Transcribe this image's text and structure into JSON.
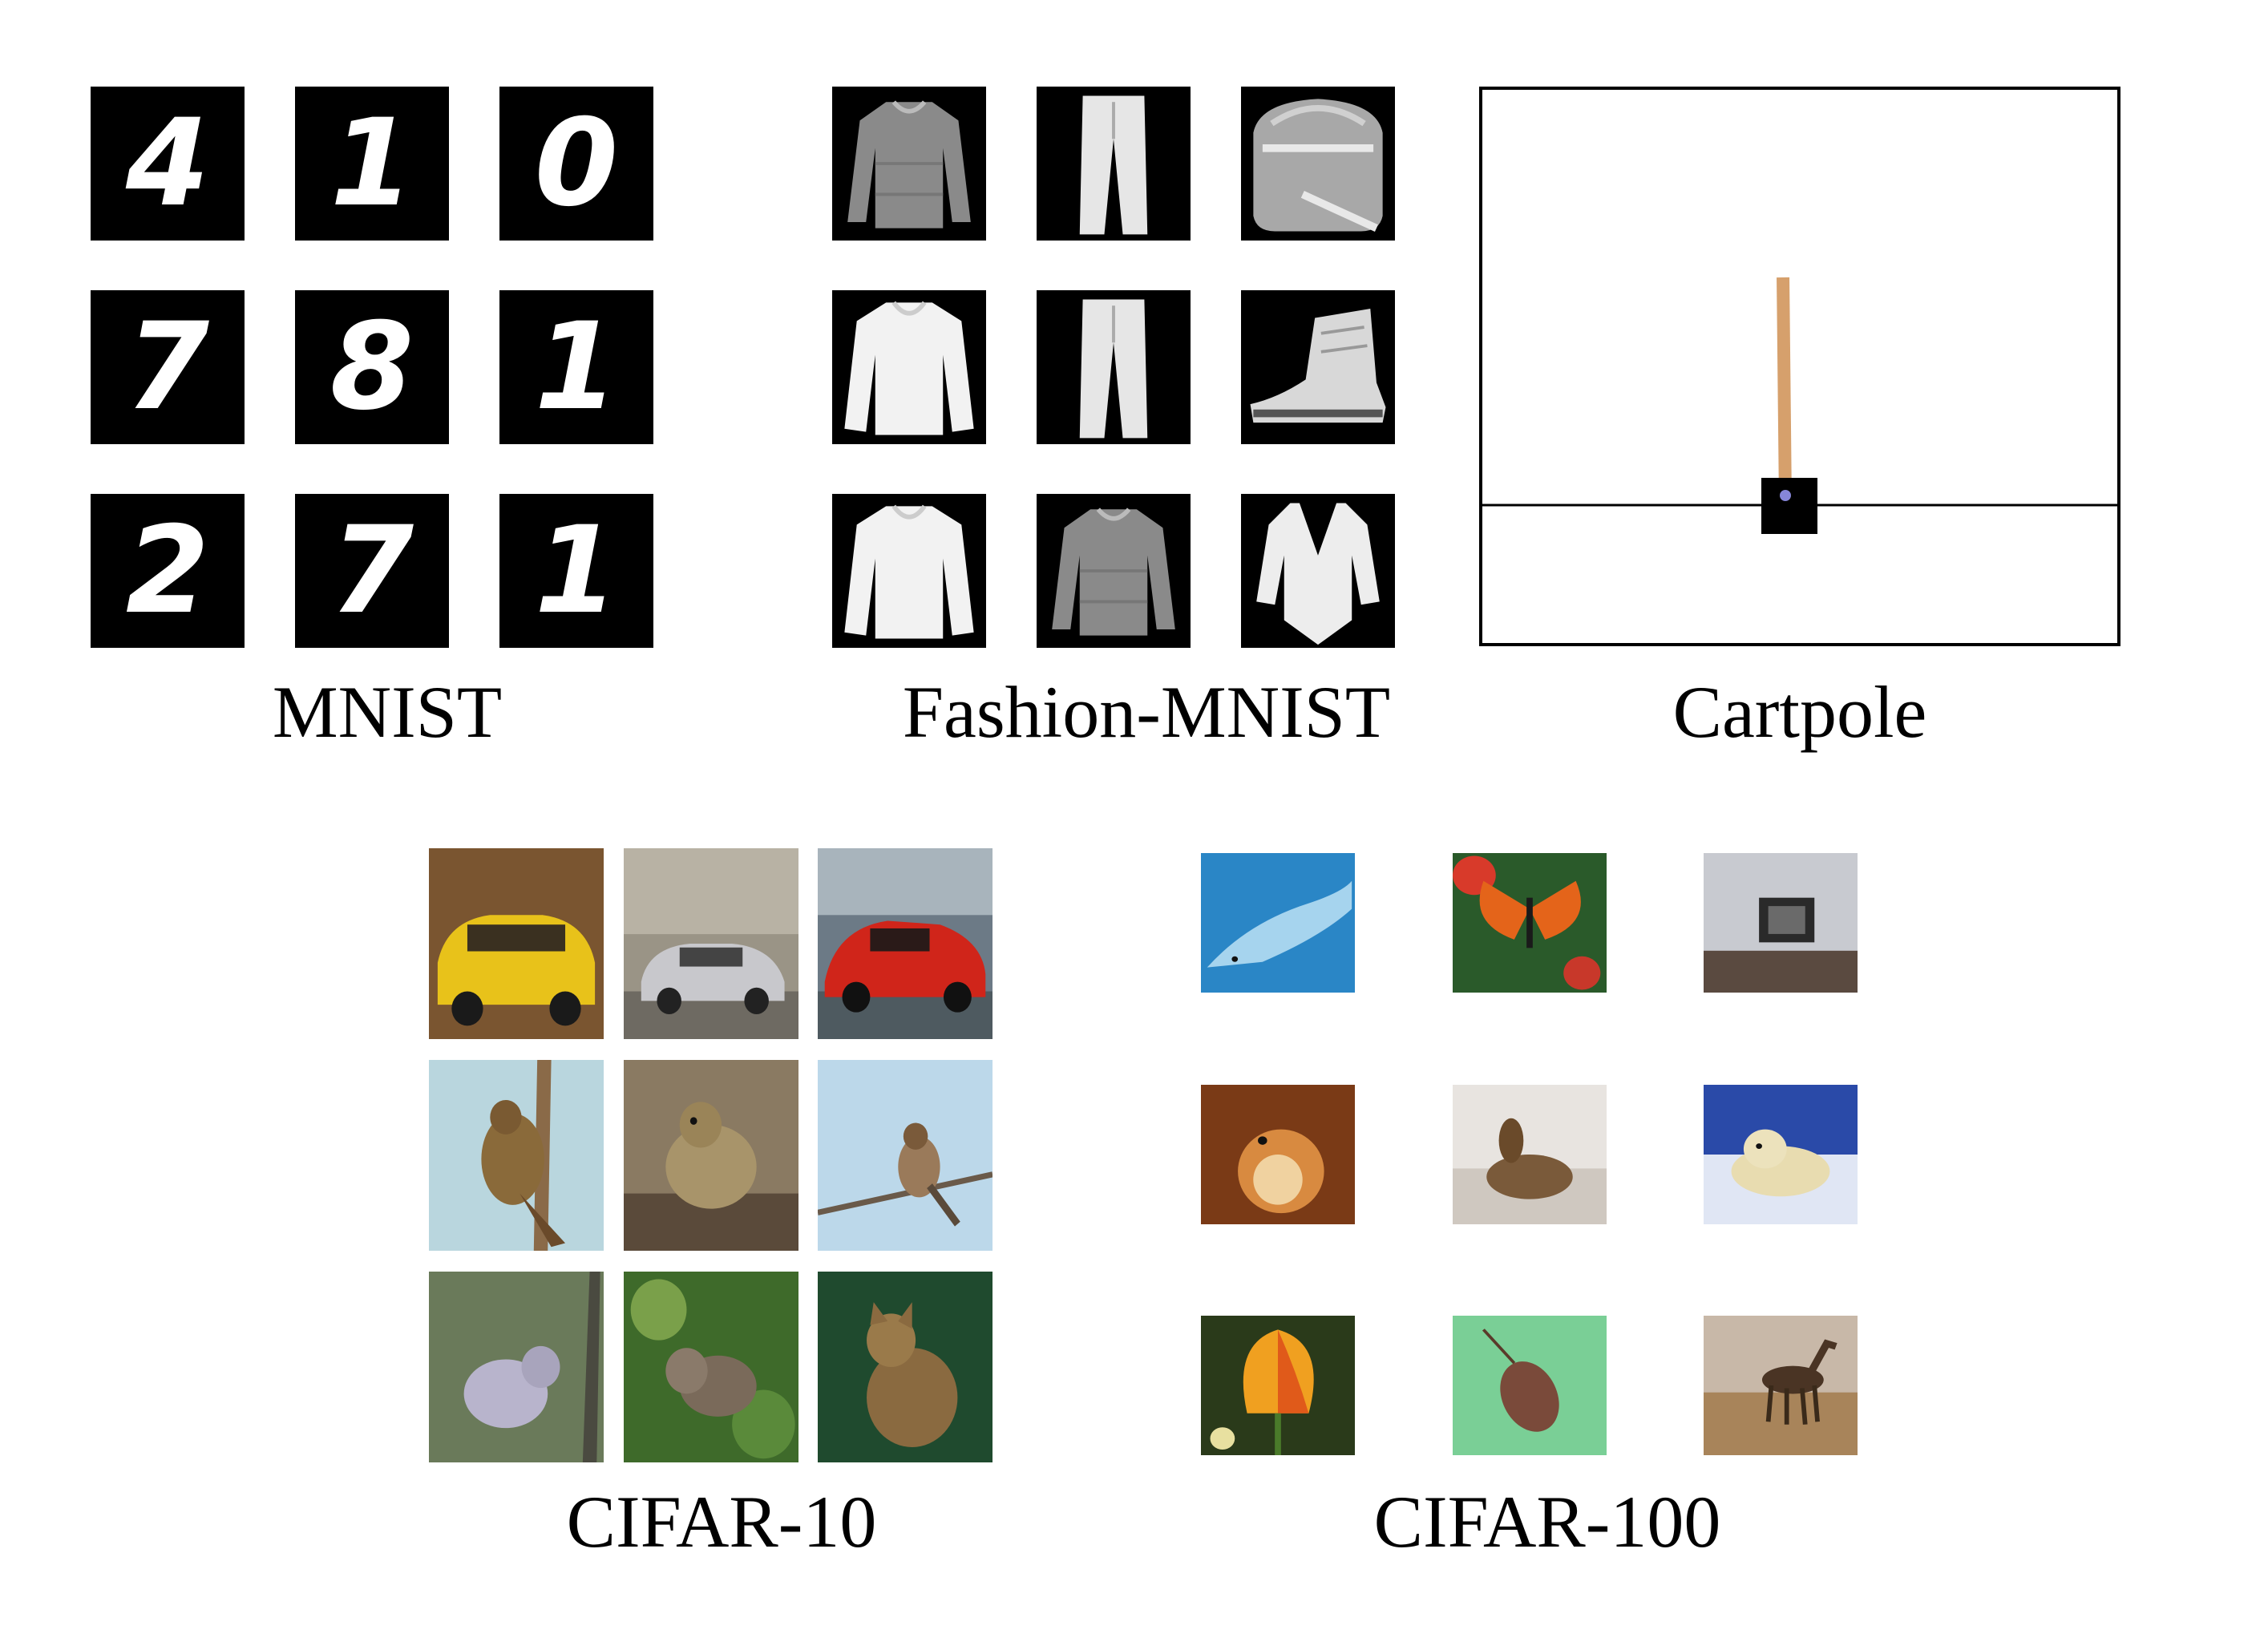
{
  "panels": {
    "mnist": {
      "label": "MNIST",
      "digits": [
        "4",
        "1",
        "0",
        "7",
        "8",
        "1",
        "2",
        "7",
        "1"
      ],
      "tile_color": "#000000",
      "glyph_color": "#ffffff"
    },
    "fashion_mnist": {
      "label": "Fashion-MNIST",
      "items": [
        "pullover-icon",
        "trouser-icon",
        "bag-icon",
        "shirt-icon",
        "trouser-icon",
        "ankle-boot-icon",
        "shirt-icon",
        "pullover-icon",
        "dress-icon"
      ]
    },
    "cartpole": {
      "label": "Cartpole",
      "pole_color": "#d6a06c",
      "cart_color": "#000000"
    },
    "cifar10": {
      "label": "CIFAR-10",
      "images": [
        "yellow-car-image",
        "silver-car-image",
        "red-car-image",
        "bird-image",
        "bird-image",
        "bird-on-branch-image",
        "cat-image",
        "cat-image",
        "cat-image"
      ]
    },
    "cifar100": {
      "label": "CIFAR-100",
      "images": [
        "fish-image",
        "butterfly-image",
        "television-image",
        "hamster-image",
        "otter-image",
        "seal-image",
        "tulip-image",
        "mouse-image",
        "camel-image"
      ]
    }
  }
}
